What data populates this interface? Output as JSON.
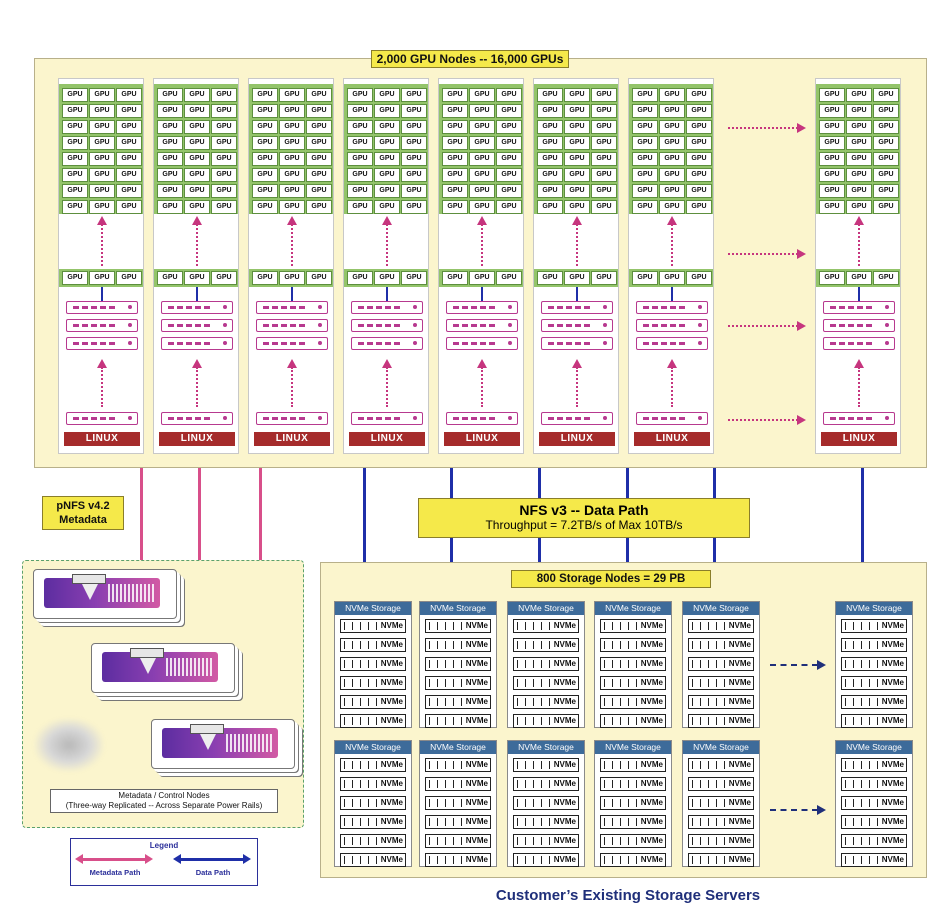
{
  "gpu_cluster": {
    "title": "2,000 GPU Nodes -- 16,000 GPUs",
    "gpu_label": "GPU",
    "os_label": "LINUX"
  },
  "metadata": {
    "tag_line1": "pNFS v4.2",
    "tag_line2": "Metadata",
    "caption_line1": "Metadata / Control Nodes",
    "caption_line2": "(Three-way Replicated -- Across Separate Power Rails)"
  },
  "data_path": {
    "title": "NFS v3 -- Data Path",
    "subtitle": "Throughput = 7.2TB/s of Max 10TB/s"
  },
  "storage": {
    "title": "800 Storage Nodes = 29 PB",
    "node_label": "NVMe Storage",
    "drive_label": "NVMe",
    "footer": "Customer’s Existing Storage Servers"
  },
  "legend": {
    "title": "Legend",
    "metadata_path": "Metadata Path",
    "data_path": "Data Path"
  },
  "colors": {
    "metadata_path": "#d84f8a",
    "data_path": "#1f2fa8",
    "panel_bg": "#fbf5cd",
    "highlight": "#f5e94a",
    "linux": "#a52b2b",
    "gpu": "#93c46a",
    "server": "#b7398f",
    "storage_header": "#3d6b9a"
  }
}
